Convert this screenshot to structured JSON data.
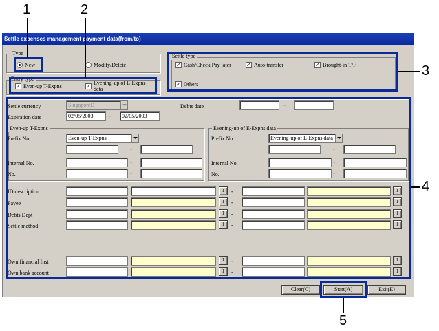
{
  "window": {
    "title": "Settle expenses management payment data(from/to)"
  },
  "type_group": {
    "label": "Type",
    "options": [
      {
        "label": "New",
        "selected": true
      },
      {
        "label": "Modify/Delete",
        "selected": false
      }
    ]
  },
  "entry_type": {
    "label": "Entry type",
    "options": [
      {
        "label": "Even-up T-Expns",
        "checked": true
      },
      {
        "label": "Evening-up of E-Expns data",
        "checked": true
      }
    ]
  },
  "settle_type": {
    "label": "Settle type",
    "options": [
      {
        "label": "Cash/Check Pay later",
        "checked": true
      },
      {
        "label": "Auto-transfer",
        "checked": true
      },
      {
        "label": "Brought-in T/F",
        "checked": true
      },
      {
        "label": "Others",
        "checked": true
      }
    ]
  },
  "form": {
    "settle_currency_label": "Settle currency",
    "settle_currency_value": "SingaporeD",
    "debts_date_label": "Debts date",
    "expiration_date_label": "Expiration date",
    "expiration_from": "02/05/2003",
    "expiration_to": "02/05/2003",
    "dash": "-",
    "even_up_group": "Even-up T-Expns",
    "evening_up_group": "Evening-up of E-Expns data",
    "prefix_no_label": "Prefix No.",
    "prefix_left_value": "Even-up T-Expns",
    "prefix_right_value": "Evening-up of E-Expns data",
    "internal_no_label": "Internal No.",
    "no_label": "No.",
    "rows": [
      "ID description",
      "Payee",
      "Debts Dept",
      "Settle method",
      "Own financial Inst",
      "Own bank account"
    ],
    "lookup_button": "1"
  },
  "buttons": {
    "clear": "Clear(C)",
    "start": "Start(A)",
    "exit": "Exit(E)"
  },
  "callouts": [
    "1",
    "2",
    "3",
    "4",
    "5"
  ]
}
